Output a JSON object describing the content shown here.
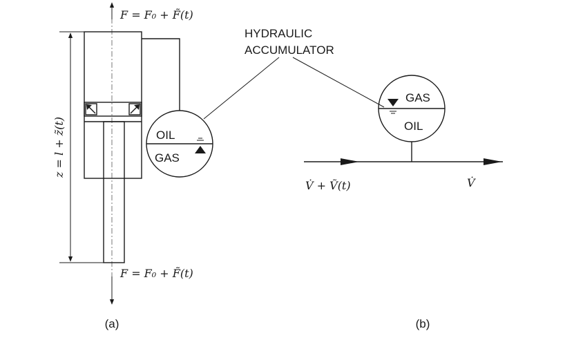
{
  "labels": {
    "force_top": "F = F₀ + F̃(t)",
    "force_bottom": "F = F₀ + F̃(t)",
    "stroke": "z = l + z̃(t)",
    "accumulator_title_line1": "HYDRAULIC",
    "accumulator_title_line2": "ACCUMULATOR",
    "left_oil": "OIL",
    "left_gas": "GAS",
    "right_gas": "GAS",
    "right_oil": "OIL",
    "flow_in": "V̇ + Ṽ(t)",
    "flow_out": "V̇",
    "caption_a": "(a)",
    "caption_b": "(b)"
  }
}
